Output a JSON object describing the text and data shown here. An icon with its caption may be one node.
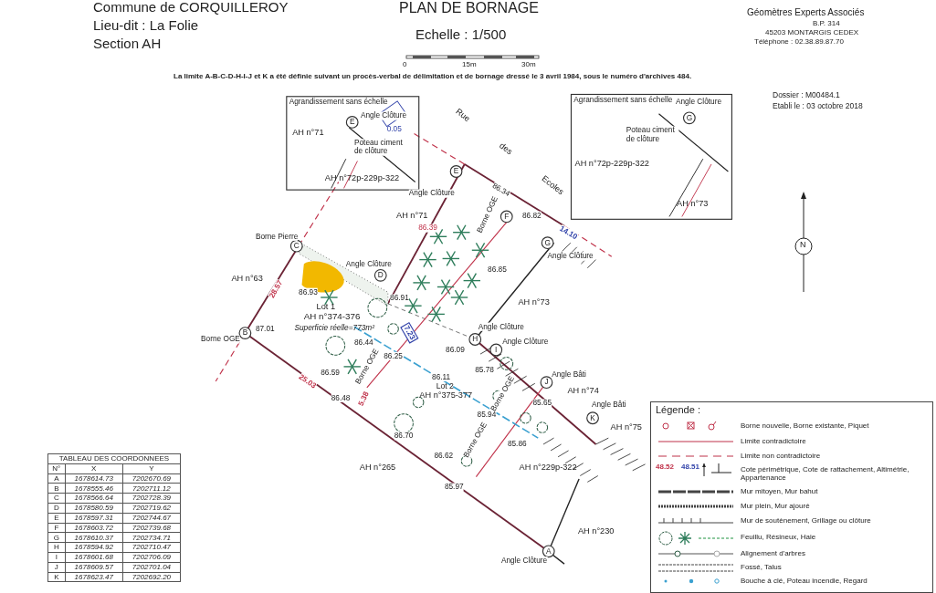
{
  "diagram": {
    "title": "PLAN DE BORNAGE",
    "nodes": [
      {
        "text": [
          "Agrandissement sans échelle",
          "0.05",
          "AH n°71",
          "Poteau ciment de clôture",
          "AH n°72p-229p-322"
        ]
      },
      {
        "text": [
          "E"
        ],
        "in": 0,
        "beside": [
          "Angle Clôture"
        ]
      },
      {
        "text": [
          "Agrandissement sans échelle",
          "Poteau ciment de clôture",
          "AH n°72p-229p-322",
          "AH n°73"
        ]
      },
      {
        "text": [
          "G"
        ],
        "in": 2,
        "beside": [
          "Angle Clôture"
        ]
      },
      {
        "text": [
          "A"
        ],
        "beside": [
          "Angle Clôture"
        ]
      },
      {
        "text": [
          "B"
        ],
        "beside": [
          "Borne OGE"
        ]
      },
      {
        "text": [
          "C"
        ],
        "beside": [
          "Borne Pierre"
        ]
      },
      {
        "text": [
          "D"
        ],
        "beside": [
          "Angle Clôture"
        ]
      },
      {
        "text": [
          "E"
        ],
        "beside": [
          "Angle Clôture"
        ]
      },
      {
        "text": [
          "F"
        ],
        "beside": [
          "Borne OGE"
        ]
      },
      {
        "text": [
          "G"
        ],
        "beside": [
          "Angle Clôture"
        ]
      },
      {
        "text": [
          "H"
        ],
        "beside": [
          "Angle Clôture"
        ]
      },
      {
        "text": [
          "I"
        ],
        "beside": [
          "Angle Clôture"
        ]
      },
      {
        "text": [
          "J"
        ],
        "beside": [
          "Angle Bâti"
        ]
      },
      {
        "text": [
          "K"
        ],
        "beside": [
          "Angle Bâti"
        ]
      }
    ],
    "edges": [],
    "labels": [
      "Commune de CORQUILLEROY",
      "Lieu-dit : La Folie",
      "Section AH",
      "Echelle : 1/500",
      "0",
      "15m",
      "30m",
      "Géomètres Experts Associés",
      "B.P. 314",
      "45203 MONTARGIS CEDEX",
      "Téléphone : 02.38.89.87.70",
      "La limite A-B-C-D-H-I-J et K a été définie suivant un procès-verbal de délimitation et de bornage dressé le 3 avril 1984, sous le numéro d'archives 484.",
      "Dossier : M00484.1",
      "Etabli le : 03 octobre 2018",
      "Rue des Ecoles",
      "AH n°71",
      "AH n°63",
      "Lot 1",
      "AH n°374-376",
      "Superficie réelle=773m²",
      "AH n°73",
      "Lot 2",
      "AH n°375-377",
      "AH n°74",
      "AH n°75",
      "AH n°265",
      "AH n°229p-322",
      "AH n°230",
      "86.39",
      "86.34",
      "86.82",
      "86.85",
      "86.93",
      "86.91",
      "87.01",
      "86.44",
      "86.25",
      "86.59",
      "86.48",
      "86.11",
      "86.09",
      "85.78",
      "85.94",
      "85.65",
      "85.86",
      "86.70",
      "86.62",
      "85.97",
      "28.57",
      "25.03",
      "5.38",
      "7.23",
      "14.10",
      "Borne OGE",
      "Borne OGE",
      "Borne OGE",
      "N",
      "Légende :",
      "48.52",
      "48.51",
      "TABLEAU DES COORDONNEES",
      "N°",
      "X",
      "Y",
      "A",
      "1678614.73",
      "7202670.69",
      "B",
      "1678555.46",
      "7202711.12",
      "C",
      "1678566.64",
      "7202728.39",
      "D",
      "1678580.59",
      "7202719.62",
      "E",
      "1678597.31",
      "7202744.67",
      "F",
      "1678603.72",
      "7202739.68",
      "G",
      "1678610.37",
      "7202734.71",
      "H",
      "1678594.92",
      "7202710.47",
      "I",
      "1678601.68",
      "7202706.09",
      "J",
      "1678609.57",
      "7202701.04",
      "K",
      "1678623.47",
      "7202692.20"
    ],
    "legend": [
      {
        "text": "Borne nouvelle, Borne existante, Piquet"
      },
      {
        "text": "Limite contradictoire"
      },
      {
        "text": "Limite non contradictoire"
      },
      {
        "text": "Cote périmétrique, Cote de rattachement, Altimétrie, Appartenance"
      },
      {
        "text": "Mur mitoyen, Mur bahut"
      },
      {
        "text": "Mur plein, Mur ajouré"
      },
      {
        "text": "Mur de soutènement, Grillage ou clôture"
      },
      {
        "text": "Feuillu, Résineux, Haie"
      },
      {
        "text": "Alignement d'arbres"
      },
      {
        "text": "Fossé, Talus"
      },
      {
        "text": "Bouche à clé, Poteau incendie, Regard"
      }
    ]
  }
}
